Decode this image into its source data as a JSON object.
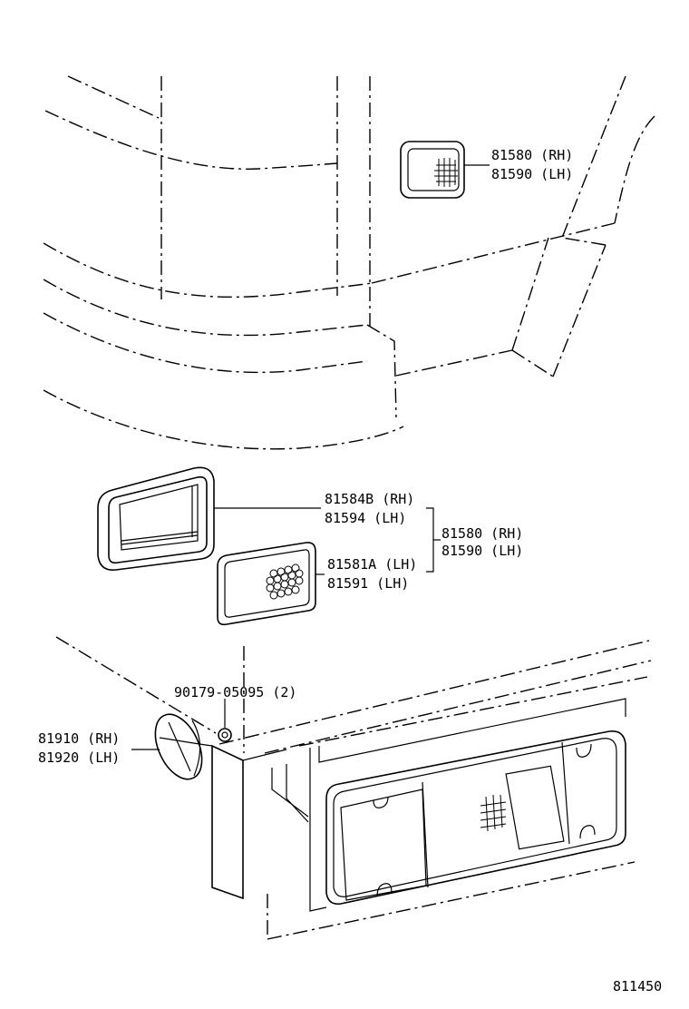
{
  "callouts": {
    "upper_rh": "81580 (RH)",
    "upper_lh": "81590 (LH)",
    "housing_rh": "81584B (RH)",
    "housing_lh": "81594  (LH)",
    "lens_rh": "81581A (LH)",
    "lens_lh": "81591  (LH)",
    "assy_rh": "81580 (RH)",
    "assy_lh": "81590 (LH)",
    "nut": "90179-05095 (2)",
    "reflector_rh": "81910 (RH)",
    "reflector_lh": "81920 (LH)"
  },
  "figure_number": "811450"
}
